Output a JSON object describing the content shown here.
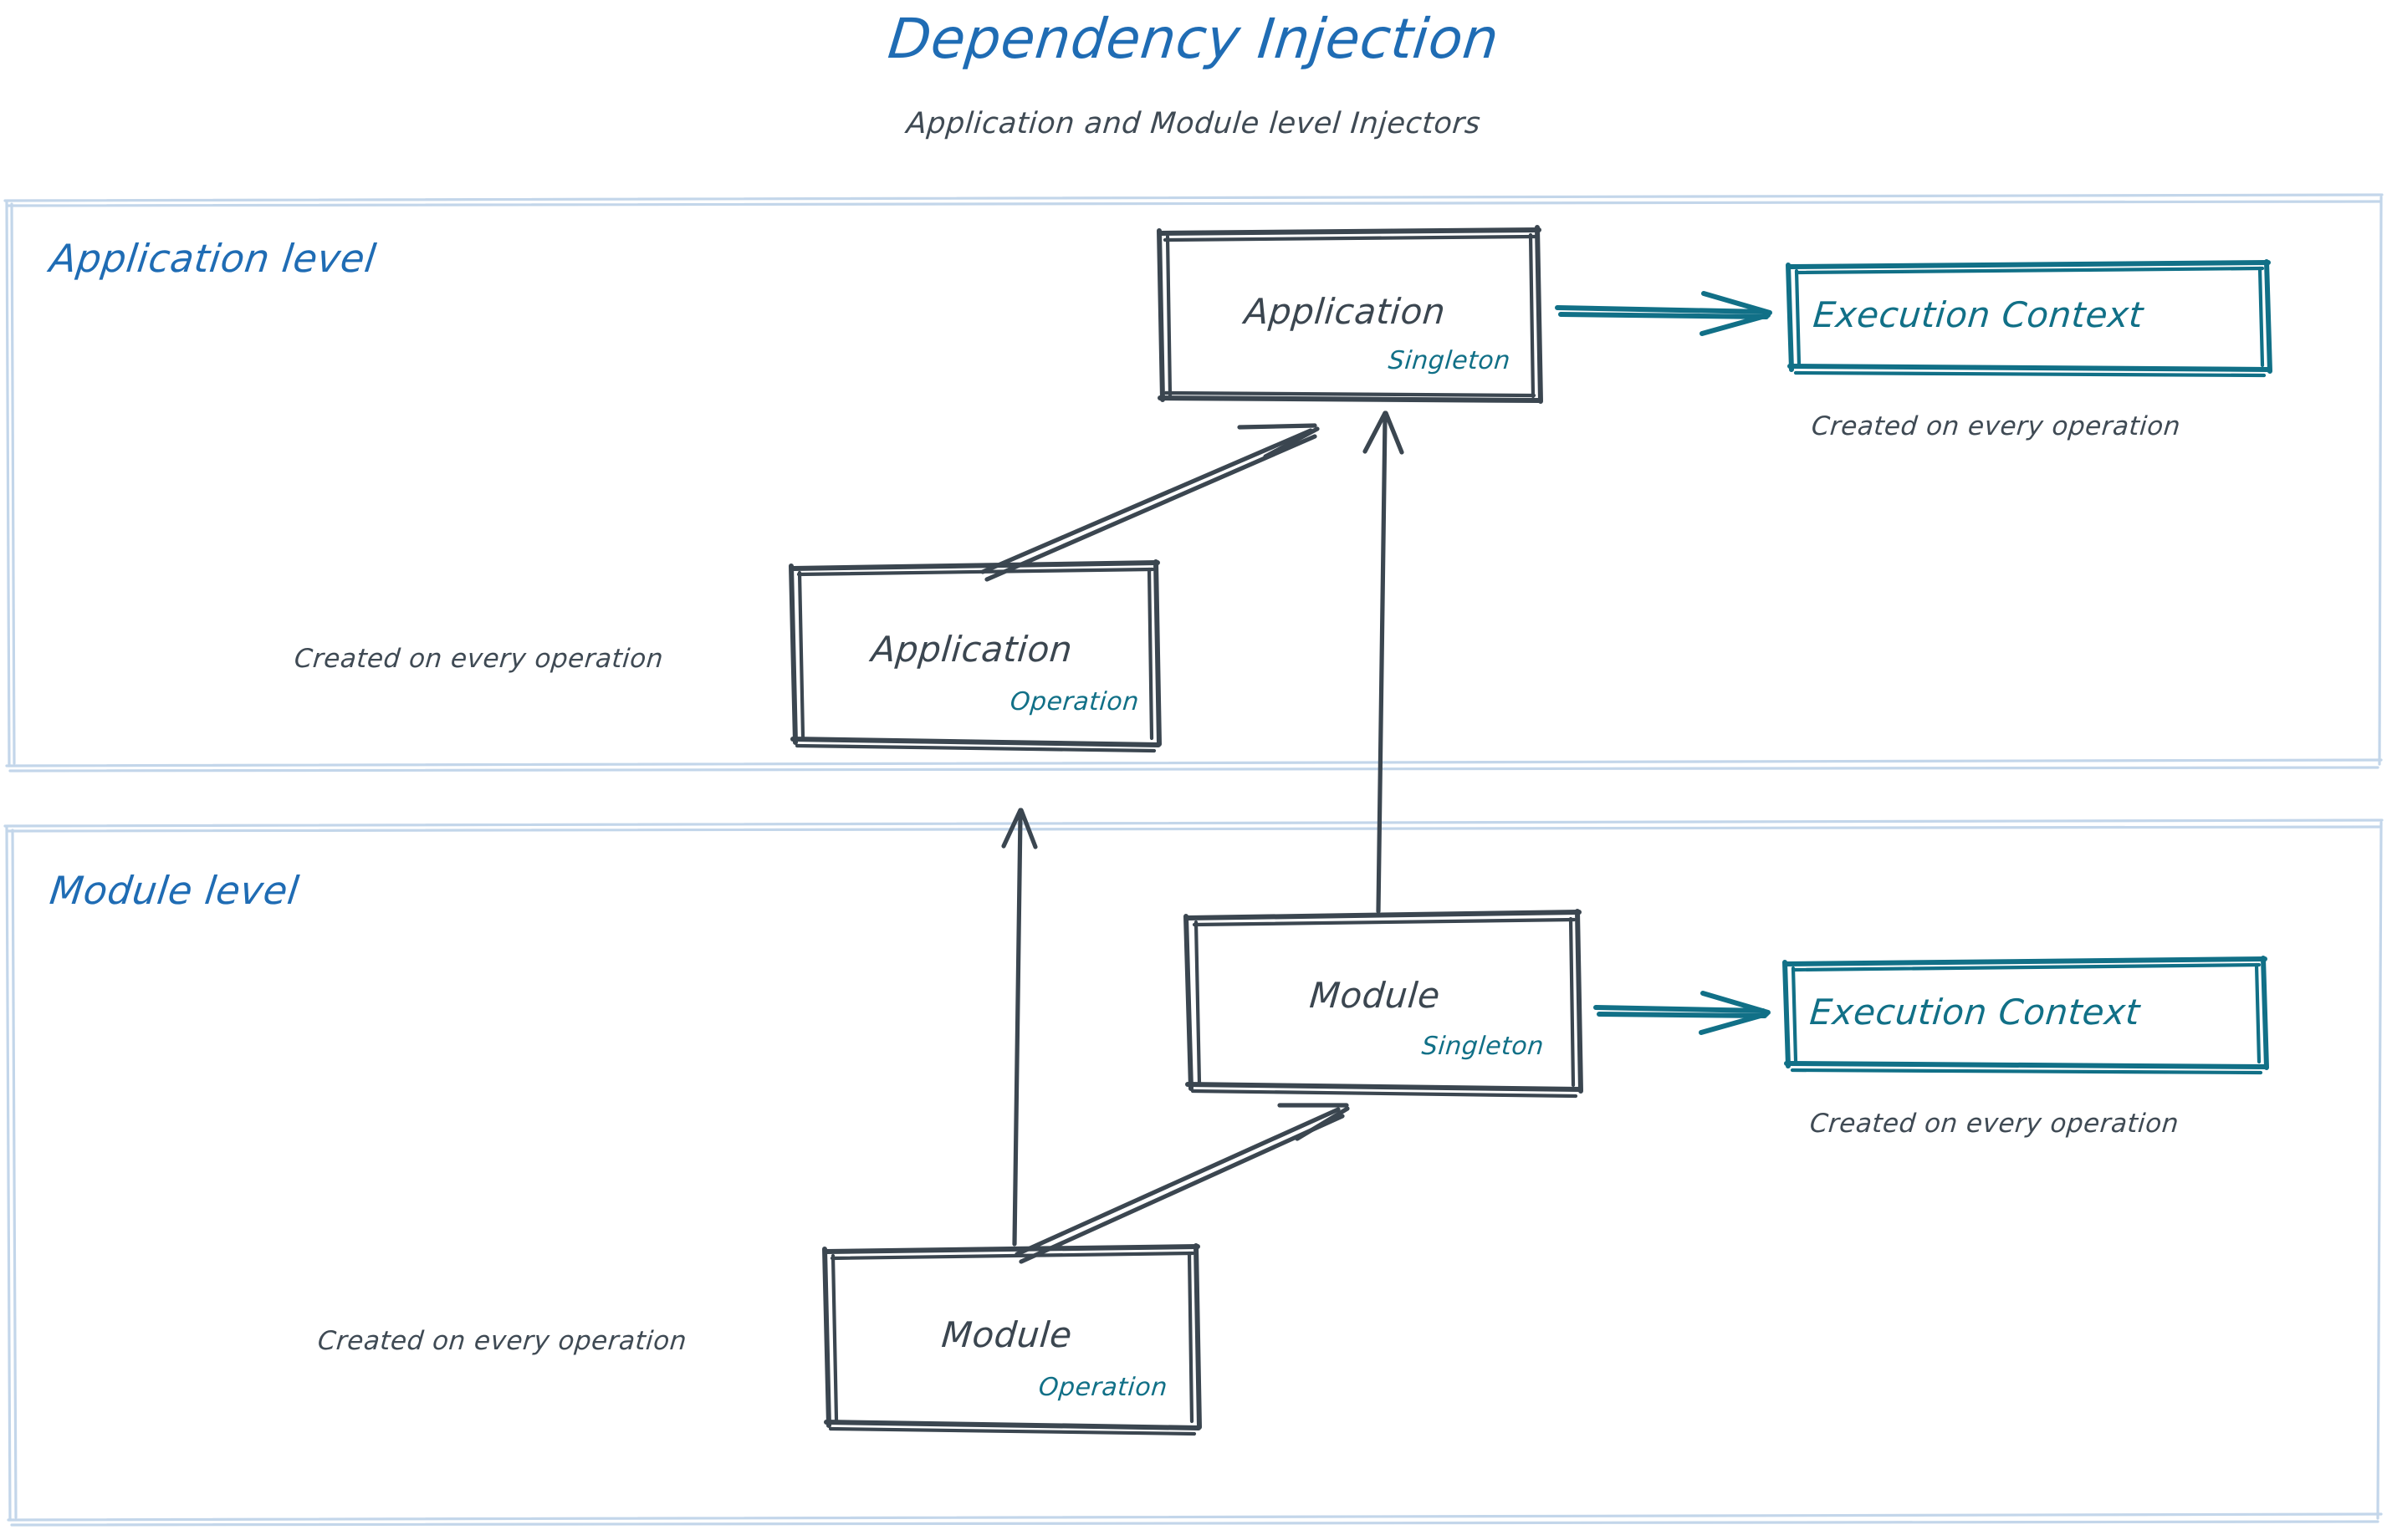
{
  "header": {
    "title": "Dependency Injection",
    "subtitle": "Application and Module level Injectors",
    "title_color": "#1f6cb4",
    "subtitle_color": "#3f4a54"
  },
  "palette": {
    "accent_blue": "#1f6cb4",
    "group_border": "#c3d6ea",
    "node_stroke": "#3b4650",
    "scope_teal": "#117087",
    "note_gray": "#3f4a54",
    "canvas": "#ffffff"
  },
  "groups": [
    {
      "id": "application-level",
      "label": "Application level",
      "nodes": [
        {
          "id": "application-singleton",
          "name": "Application",
          "scope": "Singleton",
          "stroke": "#3b4650"
        },
        {
          "id": "application-execution-context",
          "name": "Execution Context",
          "scope": "",
          "stroke": "#117087"
        },
        {
          "id": "application-operation",
          "name": "Application",
          "scope": "Operation",
          "stroke": "#3b4650"
        }
      ],
      "notes": [
        {
          "id": "note-app-ec",
          "text": "Created on every operation"
        },
        {
          "id": "note-app-operation",
          "text": "Created on every operation"
        }
      ]
    },
    {
      "id": "module-level",
      "label": "Module level",
      "nodes": [
        {
          "id": "module-singleton",
          "name": "Module",
          "scope": "Singleton",
          "stroke": "#3b4650"
        },
        {
          "id": "module-execution-context",
          "name": "Execution Context",
          "scope": "",
          "stroke": "#117087"
        },
        {
          "id": "module-operation",
          "name": "Module",
          "scope": "Operation",
          "stroke": "#3b4650"
        }
      ],
      "notes": [
        {
          "id": "note-mod-ec",
          "text": "Created on every operation"
        },
        {
          "id": "note-mod-operation",
          "text": "Created on every operation"
        }
      ]
    }
  ],
  "edges": [
    {
      "id": "edge-app-operation-to-app-singleton",
      "from": "application-operation",
      "to": "application-singleton",
      "color": "#3b4650",
      "style": "arrow"
    },
    {
      "id": "edge-app-singleton-to-app-ec",
      "from": "application-singleton",
      "to": "application-execution-context",
      "color": "#117087",
      "style": "arrow"
    },
    {
      "id": "edge-module-singleton-to-app-singleton",
      "from": "module-singleton",
      "to": "application-singleton",
      "color": "#3b4650",
      "style": "arrow"
    },
    {
      "id": "edge-module-operation-to-app-operation",
      "from": "module-operation",
      "to": "application-operation",
      "color": "#3b4650",
      "style": "arrow"
    },
    {
      "id": "edge-module-operation-to-module-singleton",
      "from": "module-operation",
      "to": "module-singleton",
      "color": "#3b4650",
      "style": "arrow"
    },
    {
      "id": "edge-module-singleton-to-module-ec",
      "from": "module-singleton",
      "to": "module-execution-context",
      "color": "#117087",
      "style": "arrow"
    }
  ]
}
